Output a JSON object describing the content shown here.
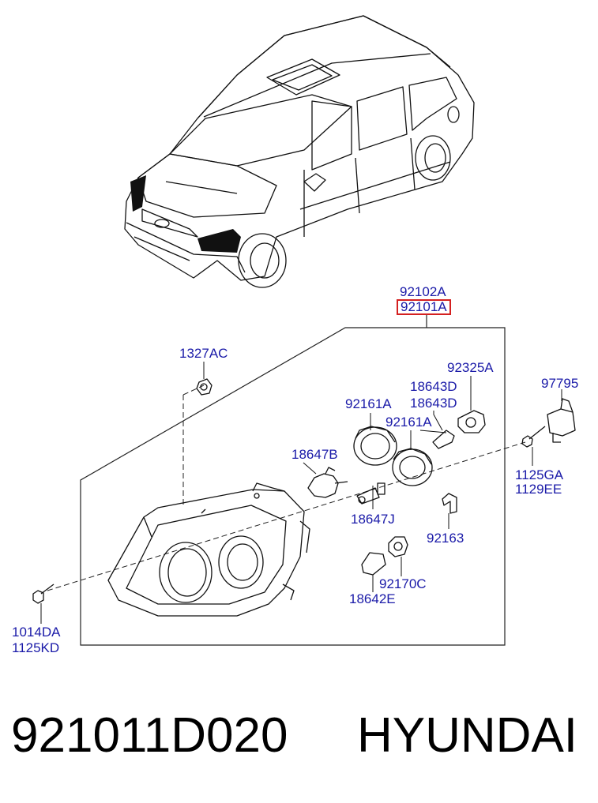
{
  "labels": {
    "p92102A": "92102A",
    "p92101A": "92101A",
    "p1327AC": "1327AC",
    "p92325A": "92325A",
    "p97795": "97795",
    "p18643D_1": "18643D",
    "p18643D_2": "18643D",
    "p92161A_1": "92161A",
    "p92161A_2": "92161A",
    "p18647B": "18647B",
    "p1125GA": "1125GA",
    "p1129EE": "1129EE",
    "p18647J": "18647J",
    "p92163": "92163",
    "p92170C": "92170C",
    "p18642E": "18642E",
    "p1014DA": "1014DA",
    "p1125KD": "1125KD"
  },
  "footer": {
    "part_number": "921011D020",
    "brand": "HYUNDAI"
  },
  "colors": {
    "label_text": "#1a1aa8",
    "highlight_box": "#d42020",
    "line_art": "#111111"
  }
}
